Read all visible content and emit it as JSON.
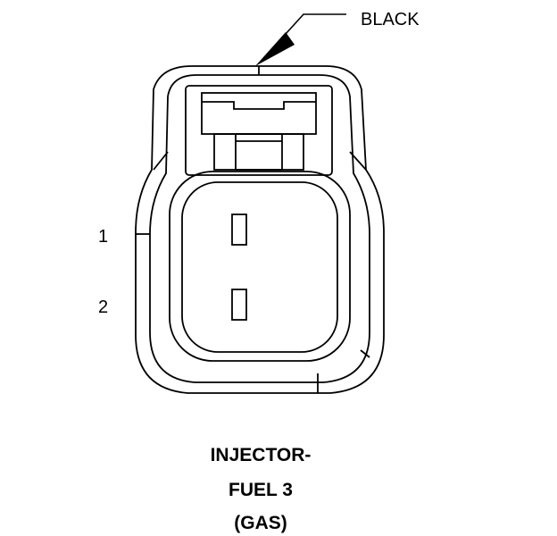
{
  "callout": {
    "label": "BLACK"
  },
  "pins": [
    {
      "label": "1"
    },
    {
      "label": "2"
    }
  ],
  "caption": {
    "line1": "INJECTOR-",
    "line2": "FUEL 3",
    "line3": "(GAS)"
  },
  "colors": {
    "line": "#000000",
    "background": "#ffffff"
  }
}
